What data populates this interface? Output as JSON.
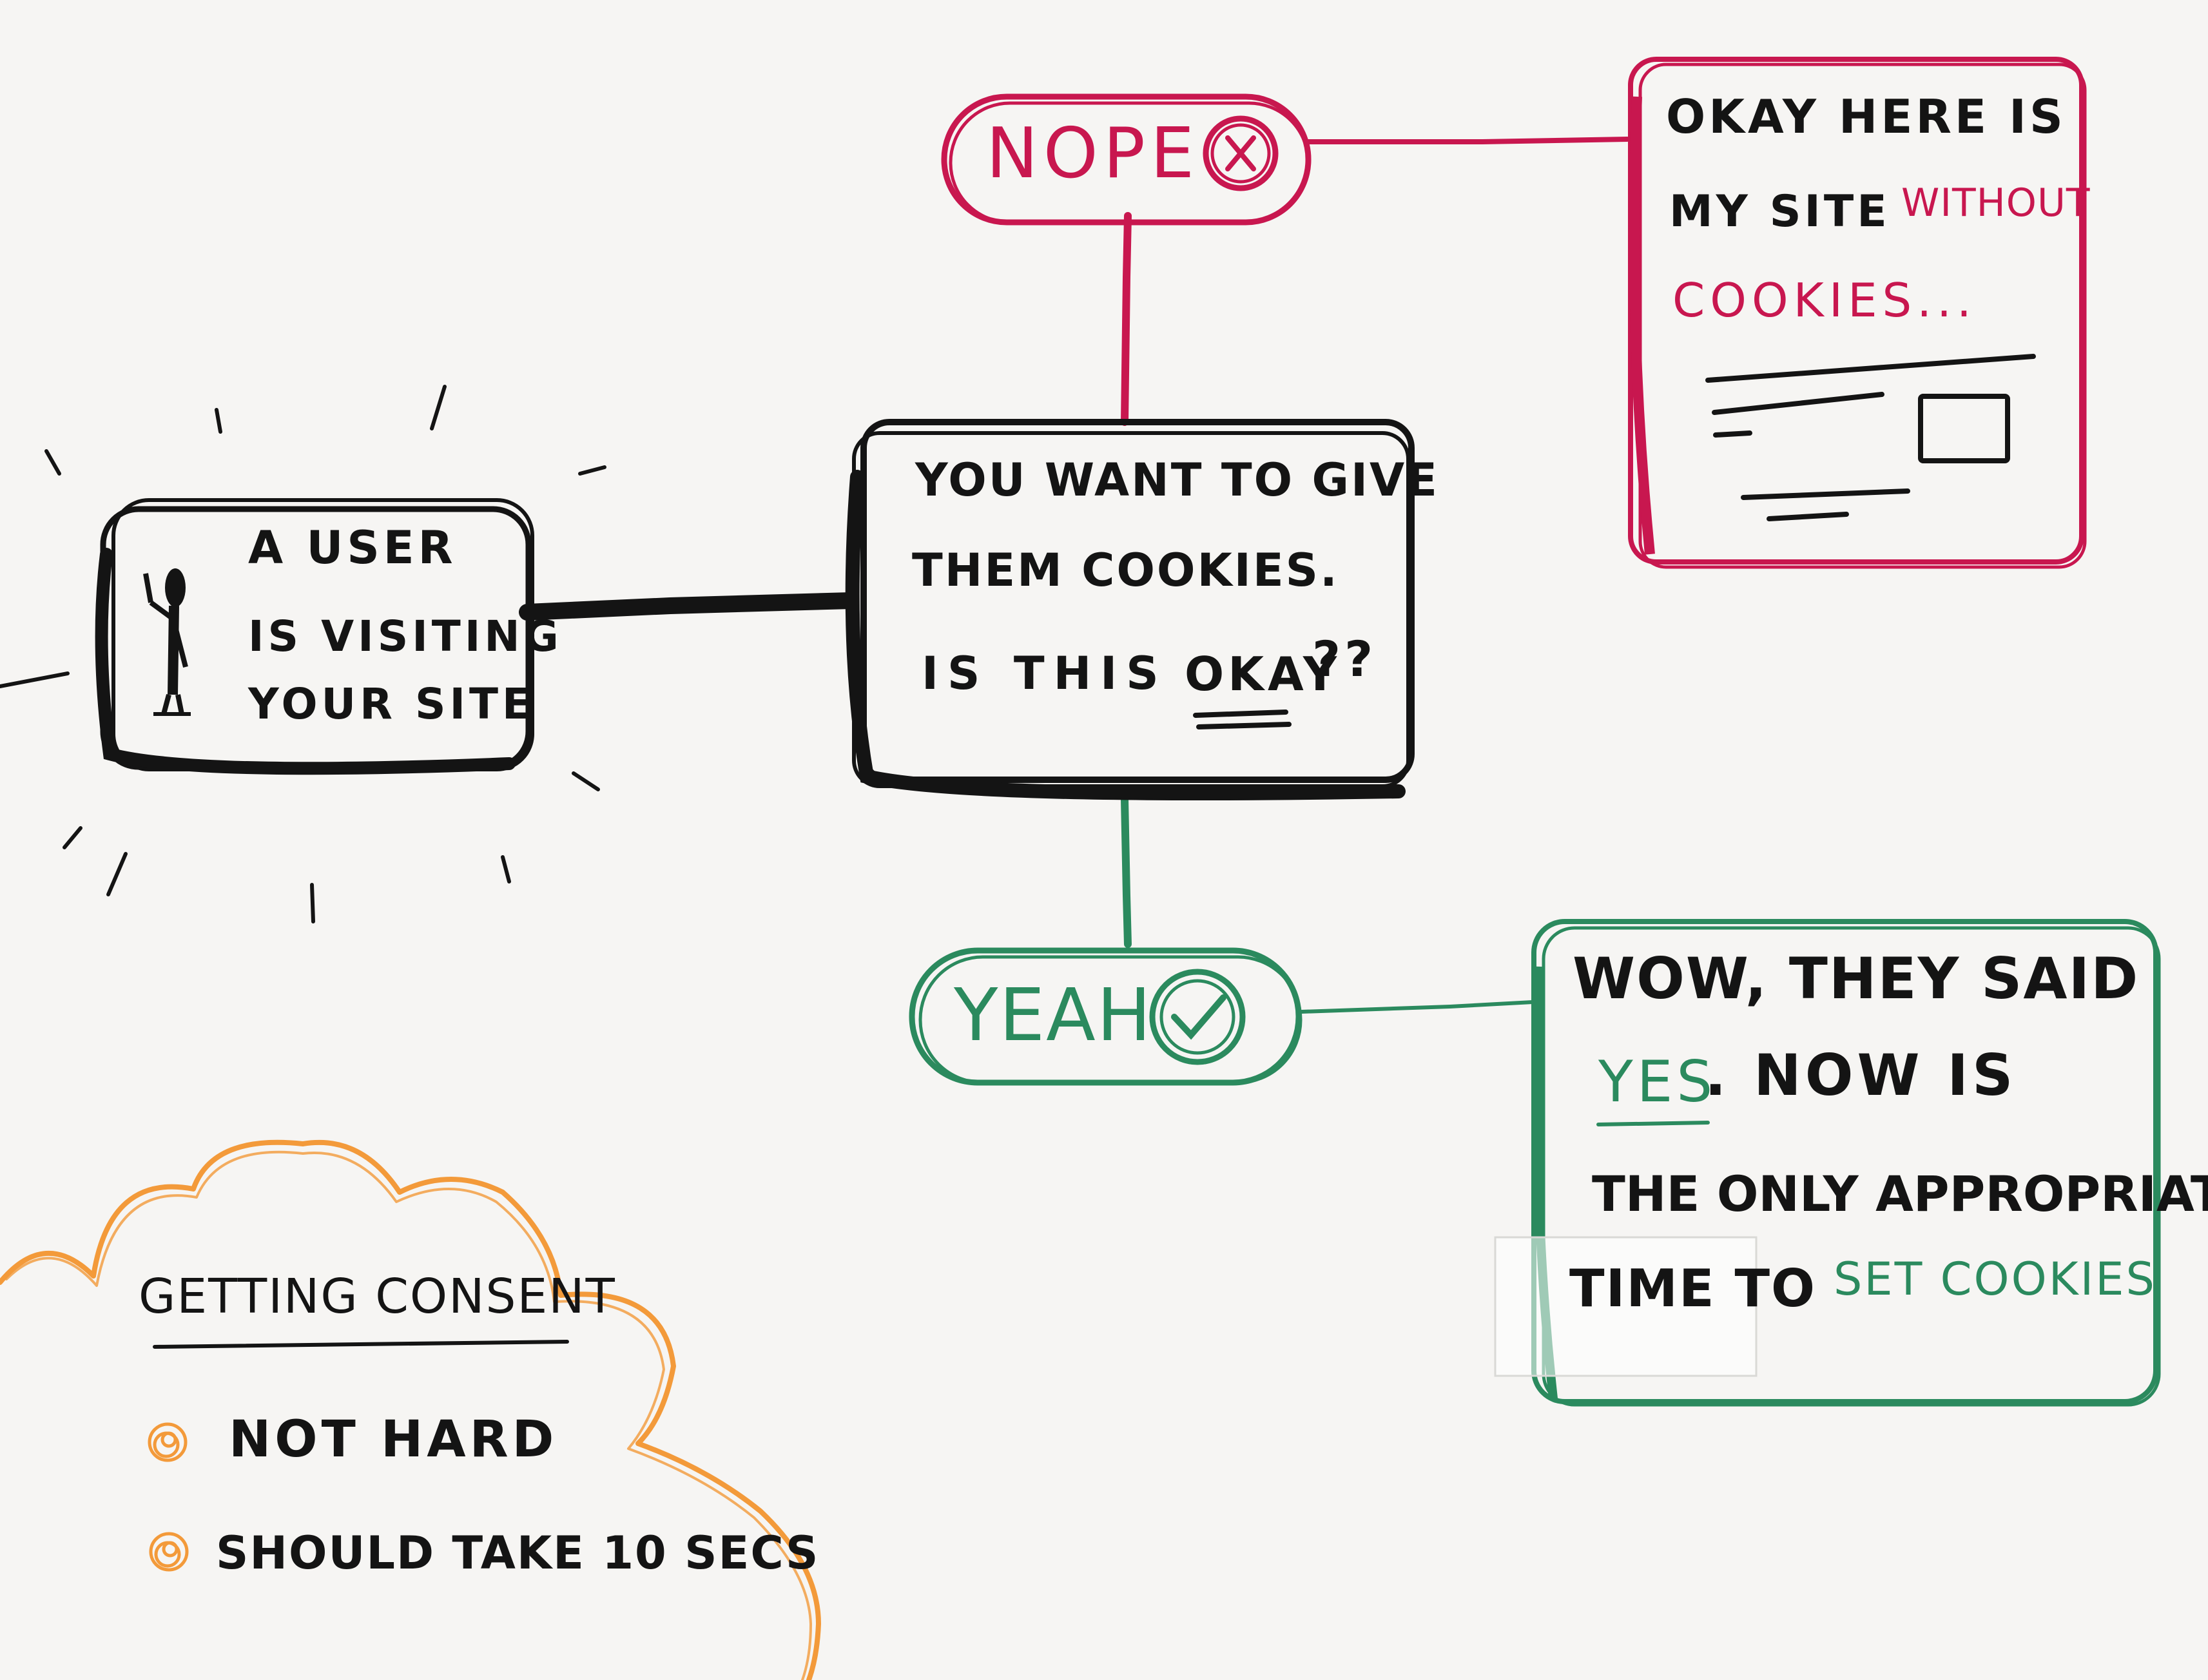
{
  "colors": {
    "paper": "#f6f5f3",
    "ink": "#141414",
    "nope": "#c8174f",
    "yeah": "#2b8a5e",
    "cloud": "#f39a3a"
  },
  "user_box": {
    "lines": [
      "A USER",
      "IS VISITING",
      "YOUR SITE"
    ],
    "icon": "person-waving-icon"
  },
  "question_box": {
    "lines": [
      "YOU WANT TO GIVE",
      "THEM COOKIES.",
      "IS THIS"
    ],
    "emphasis": "OKAY",
    "suffix": "??"
  },
  "nope_pill": {
    "label": "NOPE",
    "icon": "x-circle-icon"
  },
  "nope_box": {
    "lines": [
      "OKAY HERE IS",
      "MY SITE"
    ],
    "highlight_1": "WITHOUT",
    "highlight_2": "COOKIES..."
  },
  "yeah_pill": {
    "label": "YEAH",
    "icon": "check-circle-icon"
  },
  "yeah_box": {
    "line_1": "WOW, THEY SAID",
    "yes": "YES",
    "after_yes": ". NOW IS",
    "line_3": "THE ONLY APPROPRIATE",
    "line_4_start": "TIME TO",
    "line_4_highlight": "SET COOKIES"
  },
  "cloud_note": {
    "title": "GETTING CONSENT",
    "items": [
      "NOT HARD",
      "SHOULD TAKE 10 SECS"
    ],
    "bullet_icon": "scribble-bullet-icon"
  }
}
